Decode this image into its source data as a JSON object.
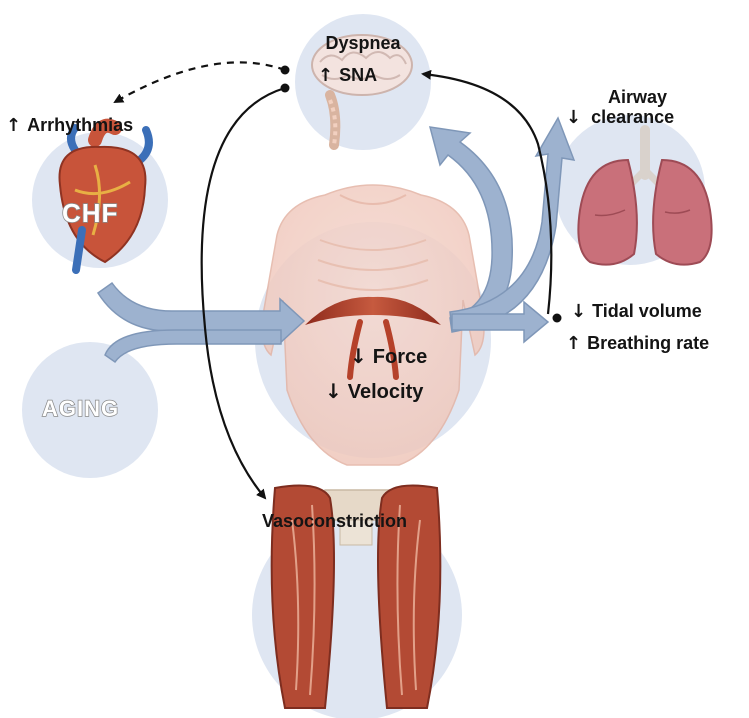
{
  "labels": {
    "dyspnea": "Dyspnea",
    "sna": "SNA",
    "arrhythmias": "Arrhythmias",
    "airway_clearance_line1": "Airway",
    "airway_clearance_line2": "clearance",
    "chf": "CHF",
    "tidal_volume": "Tidal volume",
    "breathing_rate": "Breathing rate",
    "force": "Force",
    "velocity": "Velocity",
    "aging": "AGING",
    "vasoconstriction": "Vasoconstriction"
  },
  "arrows": {
    "up": "↑",
    "down": "↓"
  },
  "colors": {
    "circle_fill": "#dfe6f2",
    "flow_arrow": "#9db2cf",
    "flow_arrow_outline": "#7f97b8",
    "line": "#111111",
    "muscle": "#b5412a",
    "heart": "#c8543a",
    "lung": "#c9707a"
  }
}
